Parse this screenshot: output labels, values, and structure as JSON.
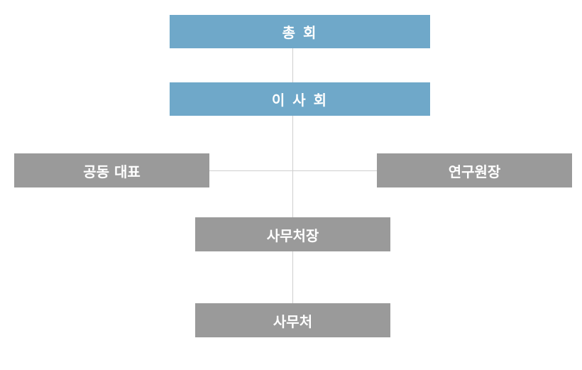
{
  "org_chart": {
    "general_assembly": "총 회",
    "board_of_directors": "이 사 회",
    "co_representative": "공동 대표",
    "research_director": "연구원장",
    "secretary_general": "사무처장",
    "secretariat": "사무처"
  },
  "colors": {
    "primary_box": "#6fa8c9",
    "secondary_box": "#9a9a9a",
    "connector": "#cfcfcf",
    "text": "#ffffff"
  }
}
